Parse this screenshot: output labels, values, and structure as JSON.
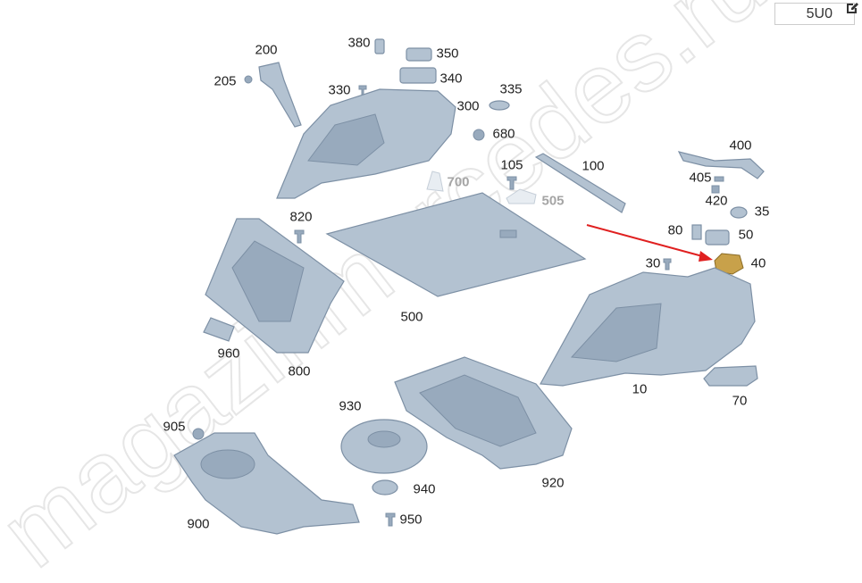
{
  "header": {
    "code_value": "5U0",
    "edit_icon": "pencil-edit-icon"
  },
  "watermark": "magazinmercedes.ru",
  "colors": {
    "part_fill": "#b3c2d1",
    "arrow": "#e02020",
    "highlight_part": "#c8a14a"
  },
  "callouts": [
    "200",
    "205",
    "380",
    "350",
    "340",
    "330",
    "335",
    "300",
    "680",
    "105",
    "700",
    "505",
    "100",
    "400",
    "405",
    "420",
    "35",
    "820",
    "80",
    "50",
    "30",
    "40",
    "500",
    "960",
    "800",
    "10",
    "70",
    "930",
    "905",
    "940",
    "920",
    "950",
    "900"
  ]
}
